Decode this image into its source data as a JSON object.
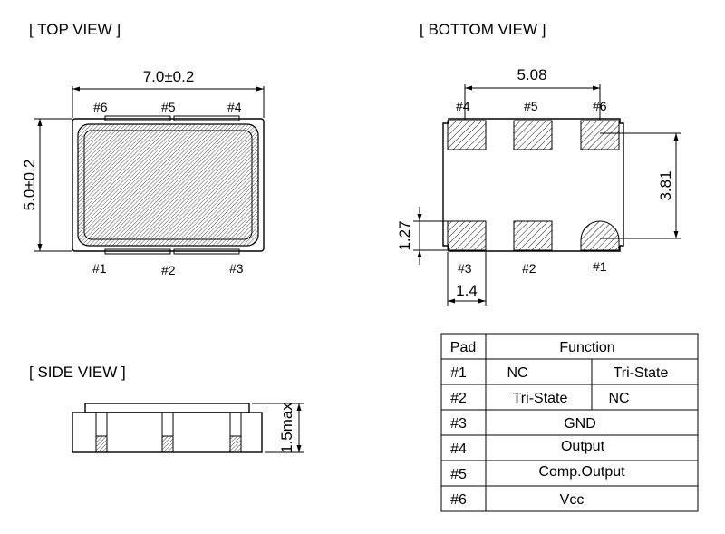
{
  "views": {
    "top": "[ TOP VIEW ]",
    "bottom": "[ BOTTOM VIEW ]",
    "side": "[ SIDE VIEW ]"
  },
  "dimensions": {
    "length": "7.0±0.2",
    "width": "5.0±0.2",
    "pitch_x": "5.08",
    "pitch_y": "3.81",
    "pad_height": "1.27",
    "pad_width": "1.4",
    "height": "1.5max"
  },
  "top_pins": {
    "top_row": [
      "#6",
      "#5",
      "#4"
    ],
    "bottom_row": [
      "#1",
      "#2",
      "#3"
    ]
  },
  "bottom_pins": {
    "top_row": [
      "#4",
      "#5",
      "#6"
    ],
    "bottom_row": [
      "#3",
      "#2",
      "#1"
    ]
  },
  "pad_table": {
    "header": {
      "pad": "Pad",
      "function": "Function"
    },
    "rows": [
      {
        "pad": "#1",
        "functions": [
          "NC",
          "Tri-State"
        ]
      },
      {
        "pad": "#2",
        "functions": [
          "Tri-State",
          "NC"
        ]
      },
      {
        "pad": "#3",
        "functions": [
          "GND"
        ]
      },
      {
        "pad": "#4",
        "functions": [
          "Output"
        ]
      },
      {
        "pad": "#5",
        "functions": [
          "Comp.Output"
        ]
      },
      {
        "pad": "#6",
        "functions": [
          "Vcc"
        ]
      }
    ]
  }
}
